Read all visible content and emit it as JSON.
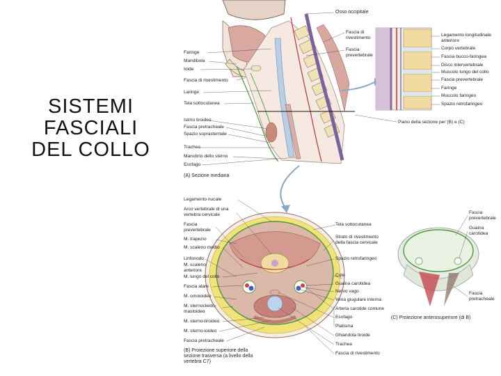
{
  "title_lines": [
    "SISTEMI",
    "FASCIALI",
    "DEL COLLO"
  ],
  "panel_a": {
    "caption": "(A) Sezione mediana",
    "left_labels": [
      "Faringe",
      "Mandibola",
      "Ioide",
      "Fascia di rivestimento",
      "Laringe",
      "Tela sottocutanea",
      "Istmo tiroideo",
      "Fascia pretracheale",
      "Spazio soprasternale",
      "Trachea",
      "Manubrio dello sterno",
      "Esofago"
    ],
    "right_labels": [
      "Osso occipitale",
      "Fascia di rivestimento",
      "Fascia prevertebrale"
    ],
    "plane_label": "Piano della sezione per (B) e (C)"
  },
  "inset": {
    "labels": [
      "Legamento longitudinale anteriore",
      "Corpo vertebrale",
      "Fascia bucco-faringea",
      "Disco intervertebrale",
      "Muscolo lungo del collo",
      "Fascia prevertebrale",
      "Faringe",
      "Muscolo faringeo",
      "Spazio retrofaringeo"
    ]
  },
  "panel_b": {
    "left_labels": [
      "Legamento nucale",
      "Arco vertebrale di una vertebra cervicale",
      "Fascia prevertebrale",
      "M. trapezio",
      "M. scaleno medio",
      "Linfonodo",
      "M. scaleno anteriore",
      "M. lungo del collo",
      "Fascia alare",
      "M. omoioideo",
      "M. sternocleido-mastoideo",
      "M. sterno-tiroideo",
      "M. sterno-ioideo",
      "Fascia pretracheale"
    ],
    "right_labels": [
      "Tela sottocutanea",
      "Strato di rivestimento della fascia cervicale",
      "Spazio retrofaringeo",
      "Cute",
      "Guaina carotidea",
      "Nervo vago",
      "Vena giugulare interna",
      "Arteria carotide comune",
      "Esofago",
      "Platisma",
      "Ghiandola tiroide",
      "Trachea",
      "Fascia di rivestimento"
    ],
    "caption": "(B) Proiezione superiore della sezione trasversa (a livello della vertebra C7)"
  },
  "panel_c": {
    "labels": [
      "Fascia prevertebrale",
      "Guaina carotidea",
      "Fascia pretracheale"
    ],
    "caption": "(C) Proiezione anterosuperiore (di B)"
  }
}
